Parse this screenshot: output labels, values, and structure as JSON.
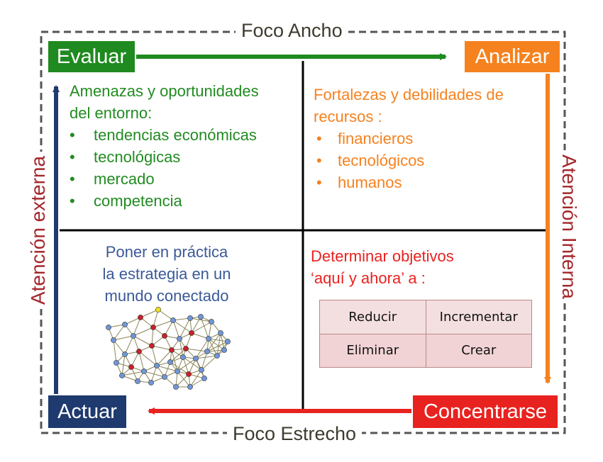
{
  "top_label": "Foco Ancho",
  "bottom_label": "Foco Estrecho",
  "left_label": "Atención externa",
  "right_label": "Atención Interna",
  "corners": {
    "top_left": "Evaluar",
    "top_right": "Analizar",
    "bottom_left": "Actuar",
    "bottom_right": "Concentrarse"
  },
  "quadrants": {
    "q1": {
      "heading_line1": "Amenazas y oportunidades",
      "heading_line2": "del entorno:",
      "items": [
        "tendencias económicas",
        "tecnológicas",
        "mercado",
        "competencia"
      ]
    },
    "q2": {
      "heading_line1": "Fortalezas y debilidades de",
      "heading_line2": "recursos :",
      "items": [
        "financieros",
        "tecnológicos",
        "humanos"
      ]
    },
    "q3": {
      "line1": "Poner en práctica",
      "line2": "la estrategia en un",
      "line3": "mundo conectado"
    },
    "q4": {
      "line1": "Determinar objetivos",
      "line2": "‘aquí y ahora’ a :",
      "grid": [
        [
          "Reducir",
          "Incrementar"
        ],
        [
          "Eliminar",
          "Crear"
        ]
      ]
    }
  },
  "colors": {
    "green": "#1f8a1f",
    "orange": "#f5821f",
    "navy": "#1f3a6e",
    "red": "#e8221f",
    "dark_red": "#a3282b",
    "node_blue": "#6f96d6",
    "node_red": "#c8202a",
    "node_yellow": "#f2e11c"
  }
}
